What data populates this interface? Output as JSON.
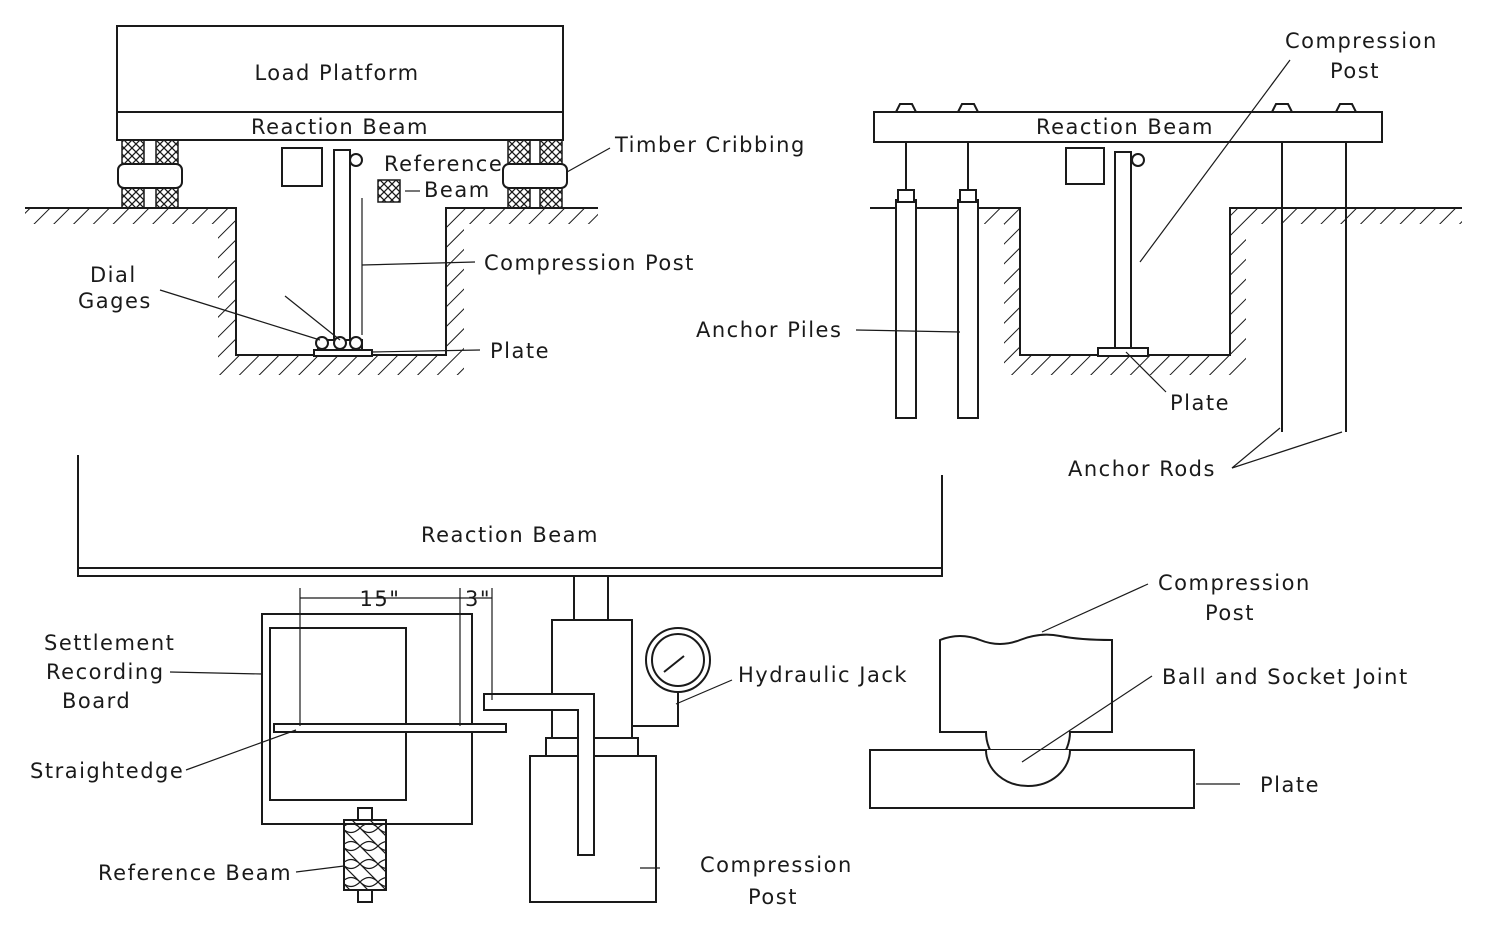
{
  "labels": {
    "load_platform": "Load Platform",
    "reaction_beam_left": "Reaction Beam",
    "timber_cribbing": "Timber Cribbing",
    "reference_beam_top_1": "Reference",
    "reference_beam_top_2": "Beam",
    "compression_post_left": "Compression Post",
    "dial_gages_1": "Dial",
    "dial_gages_2": "Gages",
    "plate_left": "Plate",
    "compression_post_right_1": "Compression",
    "compression_post_right_2": "Post",
    "reaction_beam_right": "Reaction Beam",
    "anchor_piles": "Anchor Piles",
    "plate_right": "Plate",
    "anchor_rods": "Anchor Rods",
    "reaction_beam_bottom": "Reaction Beam",
    "dim_15": "15\"",
    "dim_3": "3\"",
    "settlement_1": "Settlement",
    "settlement_2": "Recording",
    "settlement_3": "Board",
    "straightedge": "Straightedge",
    "reference_beam_bottom": "Reference Beam",
    "hydraulic_jack": "Hydraulic Jack",
    "compression_post_bottom_1": "Compression",
    "compression_post_bottom_2": "Post",
    "compression_post_detail_1": "Compression",
    "compression_post_detail_2": "Post",
    "ball_socket": "Ball and Socket  Joint",
    "plate_detail": "Plate"
  },
  "colors": {
    "ink": "#1a1a1a",
    "paper": "#ffffff"
  }
}
